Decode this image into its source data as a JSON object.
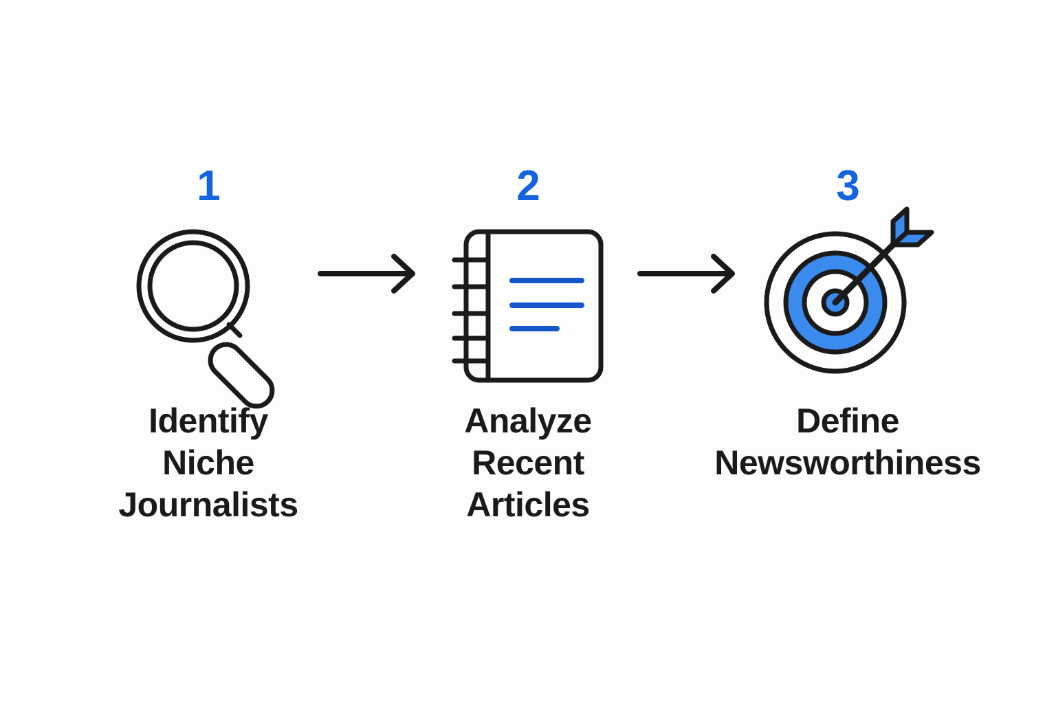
{
  "graphic": {
    "type": "process-flow",
    "title": "",
    "background_color": "#FDFDFC",
    "accent_color": "#1464E0",
    "accent_color_light": "#3B8BEF",
    "ink_color": "#1A1A1A",
    "orientation": "horizontal",
    "step_count": 3
  },
  "steps": [
    {
      "number": "1",
      "icon": "magnifying-glass-icon",
      "label_lines": [
        "Identify",
        "Niche",
        "Journalists"
      ]
    },
    {
      "number": "2",
      "icon": "spiral-notebook-icon",
      "label_lines": [
        "Analyze",
        "Recent",
        "Articles"
      ]
    },
    {
      "number": "3",
      "icon": "target-with-arrow-icon",
      "label_lines": [
        "Define",
        "Newsworthiness"
      ]
    }
  ],
  "connectors": [
    {
      "icon": "arrow-right-icon",
      "direction": "right"
    },
    {
      "icon": "arrow-right-icon",
      "direction": "right"
    }
  ]
}
